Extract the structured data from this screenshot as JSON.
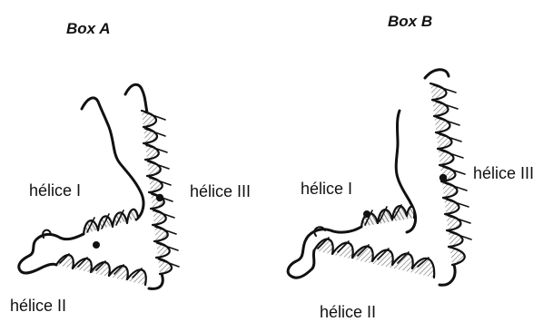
{
  "figure": {
    "box_a": {
      "title": "Box A",
      "labels": {
        "helix_1": "hélice I",
        "helix_2": "hélice II",
        "helix_3": "hélice III"
      }
    },
    "box_b": {
      "title": "Box B",
      "labels": {
        "helix_1": "hélice I",
        "helix_2": "hélice II",
        "helix_3": "hélice III"
      }
    }
  }
}
